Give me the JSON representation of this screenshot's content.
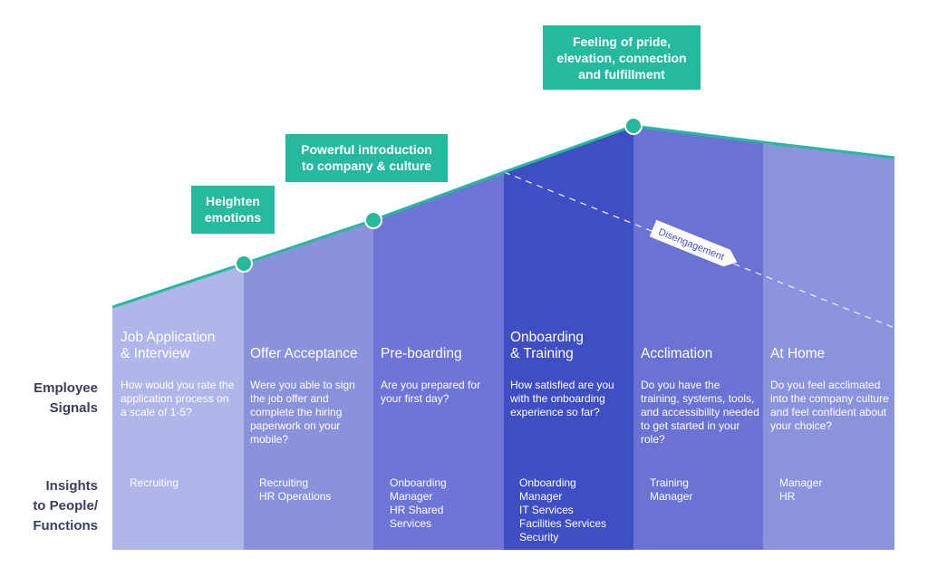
{
  "row_labels": {
    "employee_signals": [
      "Employee",
      "Signals"
    ],
    "insights": [
      "Insights",
      "to People/",
      "Functions"
    ]
  },
  "stages": [
    {
      "title": [
        "Job Application",
        "& Interview"
      ],
      "question": "How would you rate the application process on a scale of 1-5?",
      "insights": [
        "Recruiting"
      ]
    },
    {
      "title": [
        "Offer Acceptance"
      ],
      "question": "Were you able to sign the job offer and complete the hiring paperwork on your mobile?",
      "insights": [
        "Recruiting",
        "HR Operations"
      ]
    },
    {
      "title": [
        "Pre-boarding"
      ],
      "question": "Are you prepared for your first day?",
      "insights": [
        "Onboarding",
        "Manager",
        "HR Shared",
        "Services"
      ]
    },
    {
      "title": [
        "Onboarding",
        "& Training"
      ],
      "question": "How satisfied are you with the onboarding experience so far?",
      "insights": [
        "Onboarding",
        "Manager",
        "IT Services",
        "Facilities Services",
        "Security"
      ]
    },
    {
      "title": [
        "Acclimation"
      ],
      "question": "Do you have the training, systems, tools, and accessibility needed to get started in your role?",
      "insights": [
        "Training",
        "Manager"
      ]
    },
    {
      "title": [
        "At Home"
      ],
      "question": "Do you feel acclimated into the company culture and feel confident about your choice?",
      "insights": [
        "Manager",
        "HR"
      ]
    }
  ],
  "callouts": [
    {
      "lines": [
        "Heighten",
        "emotions"
      ]
    },
    {
      "lines": [
        "Powerful introduction",
        "to company & culture"
      ]
    },
    {
      "lines": [
        "Feeling of pride,",
        "elevation, connection",
        "and fulfillment"
      ]
    }
  ],
  "disengagement_label": "Disengagement",
  "colors": {
    "teal": "#25b9a0",
    "stage_fills": [
      "#b0b6e8",
      "#8a92dc",
      "#6e75d6",
      "#3f4ec2",
      "#6a73d3",
      "#8b93dc"
    ],
    "stage_fills_dark": [
      "#a8b0e6",
      "#8088d8",
      "#6770d2",
      "#3c4bc0",
      "#6570d0",
      "#858edc"
    ],
    "row_label_text": "#3a3f5a"
  }
}
